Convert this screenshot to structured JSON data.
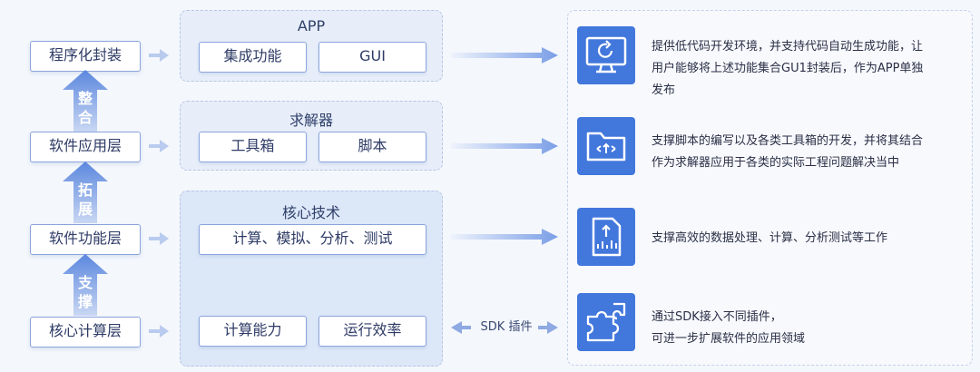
{
  "layers": {
    "app_packaging": "程序化封装",
    "software_app": "软件应用层",
    "software_function": "软件功能层",
    "core_compute": "核心计算层"
  },
  "arrows": {
    "integrate": [
      "整",
      "合"
    ],
    "expand": [
      "拓",
      "展"
    ],
    "support": [
      "支",
      "撑"
    ]
  },
  "groups": {
    "app": {
      "title": "APP",
      "chips": [
        "集成功能",
        "GUI"
      ]
    },
    "solver": {
      "title": "求解器",
      "chips": [
        "工具箱",
        "脚本"
      ]
    },
    "core": {
      "title": "核心技术",
      "chips": [
        "计算、模拟、分析、测试",
        "计算能力",
        "运行效率"
      ]
    }
  },
  "sdk_label": "SDK 插件",
  "features": [
    {
      "icon": "monitor-refresh-icon",
      "lines": [
        "提供低代码开发环境，并支持代码自动生成功能，让",
        "用户能够将上述功能集合GU1封装后，作为APP单独",
        "发布"
      ]
    },
    {
      "icon": "code-folder-icon",
      "lines": [
        "支撑脚本的编写以及各类工具箱的开发，并将其结合",
        "作为求解器应用于各类的实际工程问题解决当中"
      ]
    },
    {
      "icon": "data-chart-file-icon",
      "lines": [
        "支撑高效的数据处理、计算、分析测试等工作"
      ]
    },
    {
      "icon": "puzzle-plugin-icon",
      "lines": [
        "通过SDK接入不同插件，",
        "可进一步扩展软件的应用领域"
      ]
    }
  ],
  "colors": {
    "accent": "#4277dc",
    "border": "#8aa4dc",
    "arrow": "#8fa9e2"
  }
}
